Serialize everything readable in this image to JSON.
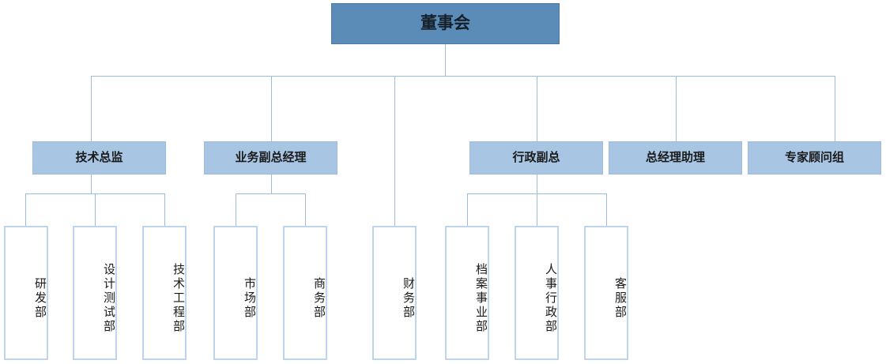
{
  "chart_data": {
    "type": "diagram",
    "diagram_kind": "org-chart",
    "title": "董事会",
    "colors": {
      "root_fill": "#5b8cb8",
      "level2_fill": "#a8c6e3",
      "leaf_fill": "#ffffff",
      "leaf_border": "#bcd4ec",
      "connector": "#9bbcdc",
      "text": "#1a1a1a"
    },
    "nodes": [
      {
        "id": "root",
        "label": "董事会",
        "level": 1,
        "parent": null
      },
      {
        "id": "n1",
        "label": "技术总监",
        "level": 2,
        "parent": "root"
      },
      {
        "id": "n2",
        "label": "业务副总经理",
        "level": 2,
        "parent": "root"
      },
      {
        "id": "n3",
        "label": "行政副总",
        "level": 2,
        "parent": "root"
      },
      {
        "id": "n4",
        "label": "总经理助理",
        "level": 2,
        "parent": "root"
      },
      {
        "id": "n5",
        "label": "专家顾问组",
        "level": 2,
        "parent": "root"
      },
      {
        "id": "l1",
        "label": "研发部",
        "level": 3,
        "parent": "n1"
      },
      {
        "id": "l2",
        "label": "设计测试部",
        "level": 3,
        "parent": "n1"
      },
      {
        "id": "l3",
        "label": "技术工程部",
        "level": 3,
        "parent": "n1"
      },
      {
        "id": "l4",
        "label": "市场部",
        "level": 3,
        "parent": "n2"
      },
      {
        "id": "l5",
        "label": "商务部",
        "level": 3,
        "parent": "n2"
      },
      {
        "id": "l6",
        "label": "财务部",
        "level": 3,
        "parent": "root"
      },
      {
        "id": "l7",
        "label": "档案事业部",
        "level": 3,
        "parent": "n3"
      },
      {
        "id": "l8",
        "label": "人事行政部",
        "level": 3,
        "parent": "n3"
      },
      {
        "id": "l9",
        "label": "客服部",
        "level": 3,
        "parent": "n3"
      }
    ]
  }
}
